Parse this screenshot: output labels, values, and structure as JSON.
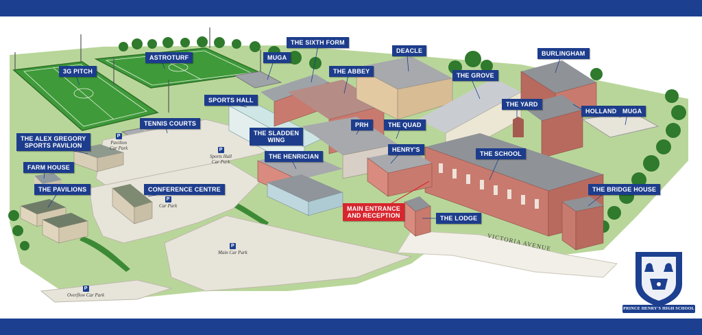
{
  "colors": {
    "brand_blue": "#1c3f8f",
    "label_blue": "#1d3d8c",
    "label_red": "#d7262e",
    "grass": "#b9d69a",
    "grass_dark": "#8fbf6a",
    "pitch": "#3f9a3a",
    "road": "#e7e4da",
    "path": "#efece3",
    "roof": "#a7a9ad",
    "brick": "#c97a6e",
    "tree": "#2f7a2c"
  },
  "labels": {
    "pitch_3g": "3G PITCH",
    "astroturf": "ASTROTURF",
    "sixth_form": "THE SIXTH FORM",
    "muga_top": "MUGA",
    "deacle": "DEACLE",
    "burlingham": "BURLINGHAM",
    "abbey": "THE ABBEY",
    "grove": "THE GROVE",
    "sports_hall": "SPORTS HALL",
    "yard": "THE YARD",
    "holland": "HOLLAND",
    "muga_right": "MUGA",
    "tennis_courts": "TENNIS COURTS",
    "alex_gregory_line1": "THE ALEX GREGORY",
    "alex_gregory_line2": "SPORTS PAVILION",
    "prh": "PRH",
    "quad": "THE QUAD",
    "sladden_line1": "THE SLADDEN",
    "sladden_line2": "WING",
    "henrys": "HENRY'S",
    "henrician": "THE HENRICIAN",
    "the_school": "THE SCHOOL",
    "farm_house": "FARM HOUSE",
    "pavilions": "THE PAVILIONS",
    "conference_centre": "CONFERENCE CENTRE",
    "bridge_house": "THE BRIDGE HOUSE",
    "main_entrance_line1": "MAIN ENTRANCE",
    "main_entrance_line2": "AND RECEPTION",
    "lodge": "THE LODGE"
  },
  "car_parks": {
    "symbol": "P",
    "pavilion_line1": "Pavilion",
    "pavilion_line2": "Car Park",
    "sports_hall_line1": "Sports Hall",
    "sports_hall_line2": "Car Park",
    "car_park": "Car Park",
    "main": "Main Car Park",
    "overflow": "Overflow Car Park"
  },
  "road": "VICTORIA AVENUE",
  "crest_text": "PRINCE HENRY'S HIGH SCHOOL"
}
